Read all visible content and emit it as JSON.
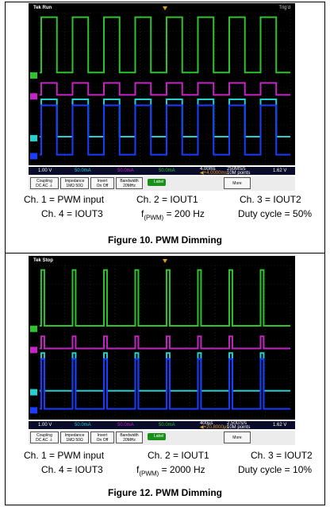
{
  "figures": [
    {
      "scope": {
        "brand": "Tek Run",
        "trigger_status": "Trig'd",
        "channels": [
          {
            "id": "1",
            "scale": "1.00 V",
            "color": "#1a3cff"
          },
          {
            "id": "2",
            "scale": "50.0mA",
            "color": "#25d0d0",
            "suffix": "Ω"
          },
          {
            "id": "3",
            "scale": "50.0mA",
            "color": "#c425c4",
            "suffix": "Ω"
          },
          {
            "id": "4",
            "scale": "50.0mA",
            "color": "#2ec42e",
            "suffix": "Ω"
          }
        ],
        "timebase": "4.00ms",
        "delay": "◀+4.0000ms",
        "sample_rate": "250MS/s",
        "record": "10M points",
        "trigger_level": "1.62 V",
        "menu": {
          "coupling_title": "Coupling",
          "coupling_opts": "DC  AC  ⏚",
          "impedance_title": "Impedance",
          "impedance_opts": "1MΩ  50Ω",
          "invert_title": "Invert",
          "invert_opts": "On  Off",
          "bandwidth_title": "Bandwidth",
          "bandwidth_value": "20MHz",
          "label": "Label",
          "more": "More"
        },
        "waveform": {
          "periods": 8,
          "duty": 0.5
        }
      },
      "caption": {
        "row1": [
          "Ch. 1 = PWM input",
          "Ch. 2 = IOUT1",
          "Ch. 3 = IOUT2"
        ],
        "row2_left": "Ch. 4 = IOUT3",
        "row2_mid_prefix": "f",
        "row2_mid_sub": "(PWM)",
        "row2_mid_suffix": " = 200 Hz",
        "row2_right": "Duty cycle = 50%"
      },
      "title": "Figure 10. PWM Dimming"
    },
    {
      "scope": {
        "brand": "Tek Stop",
        "trigger_status": "",
        "channels": [
          {
            "id": "1",
            "scale": "1.00 V",
            "color": "#1a3cff"
          },
          {
            "id": "2",
            "scale": "50.0mA",
            "color": "#25d0d0",
            "suffix": "Ω"
          },
          {
            "id": "3",
            "scale": "50.0mA",
            "color": "#c425c4",
            "suffix": "Ω"
          },
          {
            "id": "4",
            "scale": "50.0mA",
            "color": "#2ec42e",
            "suffix": "Ω"
          }
        ],
        "timebase": "400µs",
        "delay": "◀+20.8000µs",
        "sample_rate": "2.50GS/s",
        "record": "10M points",
        "trigger_level": "1.62 V",
        "menu": {
          "coupling_title": "Coupling",
          "coupling_opts": "DC  AC  ⏚",
          "impedance_title": "Impedance",
          "impedance_opts": "1MΩ  50Ω",
          "invert_title": "Invert",
          "invert_opts": "On  Off",
          "bandwidth_title": "Bandwidth",
          "bandwidth_value": "20MHz",
          "label": "Label",
          "more": "More"
        },
        "waveform": {
          "periods": 8,
          "duty": 0.1
        }
      },
      "caption": {
        "row1": [
          "Ch. 1 = PWM input",
          "Ch. 2 = IOUT1",
          "Ch. 3 = IOUT2"
        ],
        "row2_left": "Ch. 4 = IOUT3",
        "row2_mid_prefix": "f",
        "row2_mid_sub": "(PWM)",
        "row2_mid_suffix": " = 2000 Hz",
        "row2_right": "Duty cycle = 10%"
      },
      "title": "Figure 12. PWM Dimming"
    }
  ]
}
